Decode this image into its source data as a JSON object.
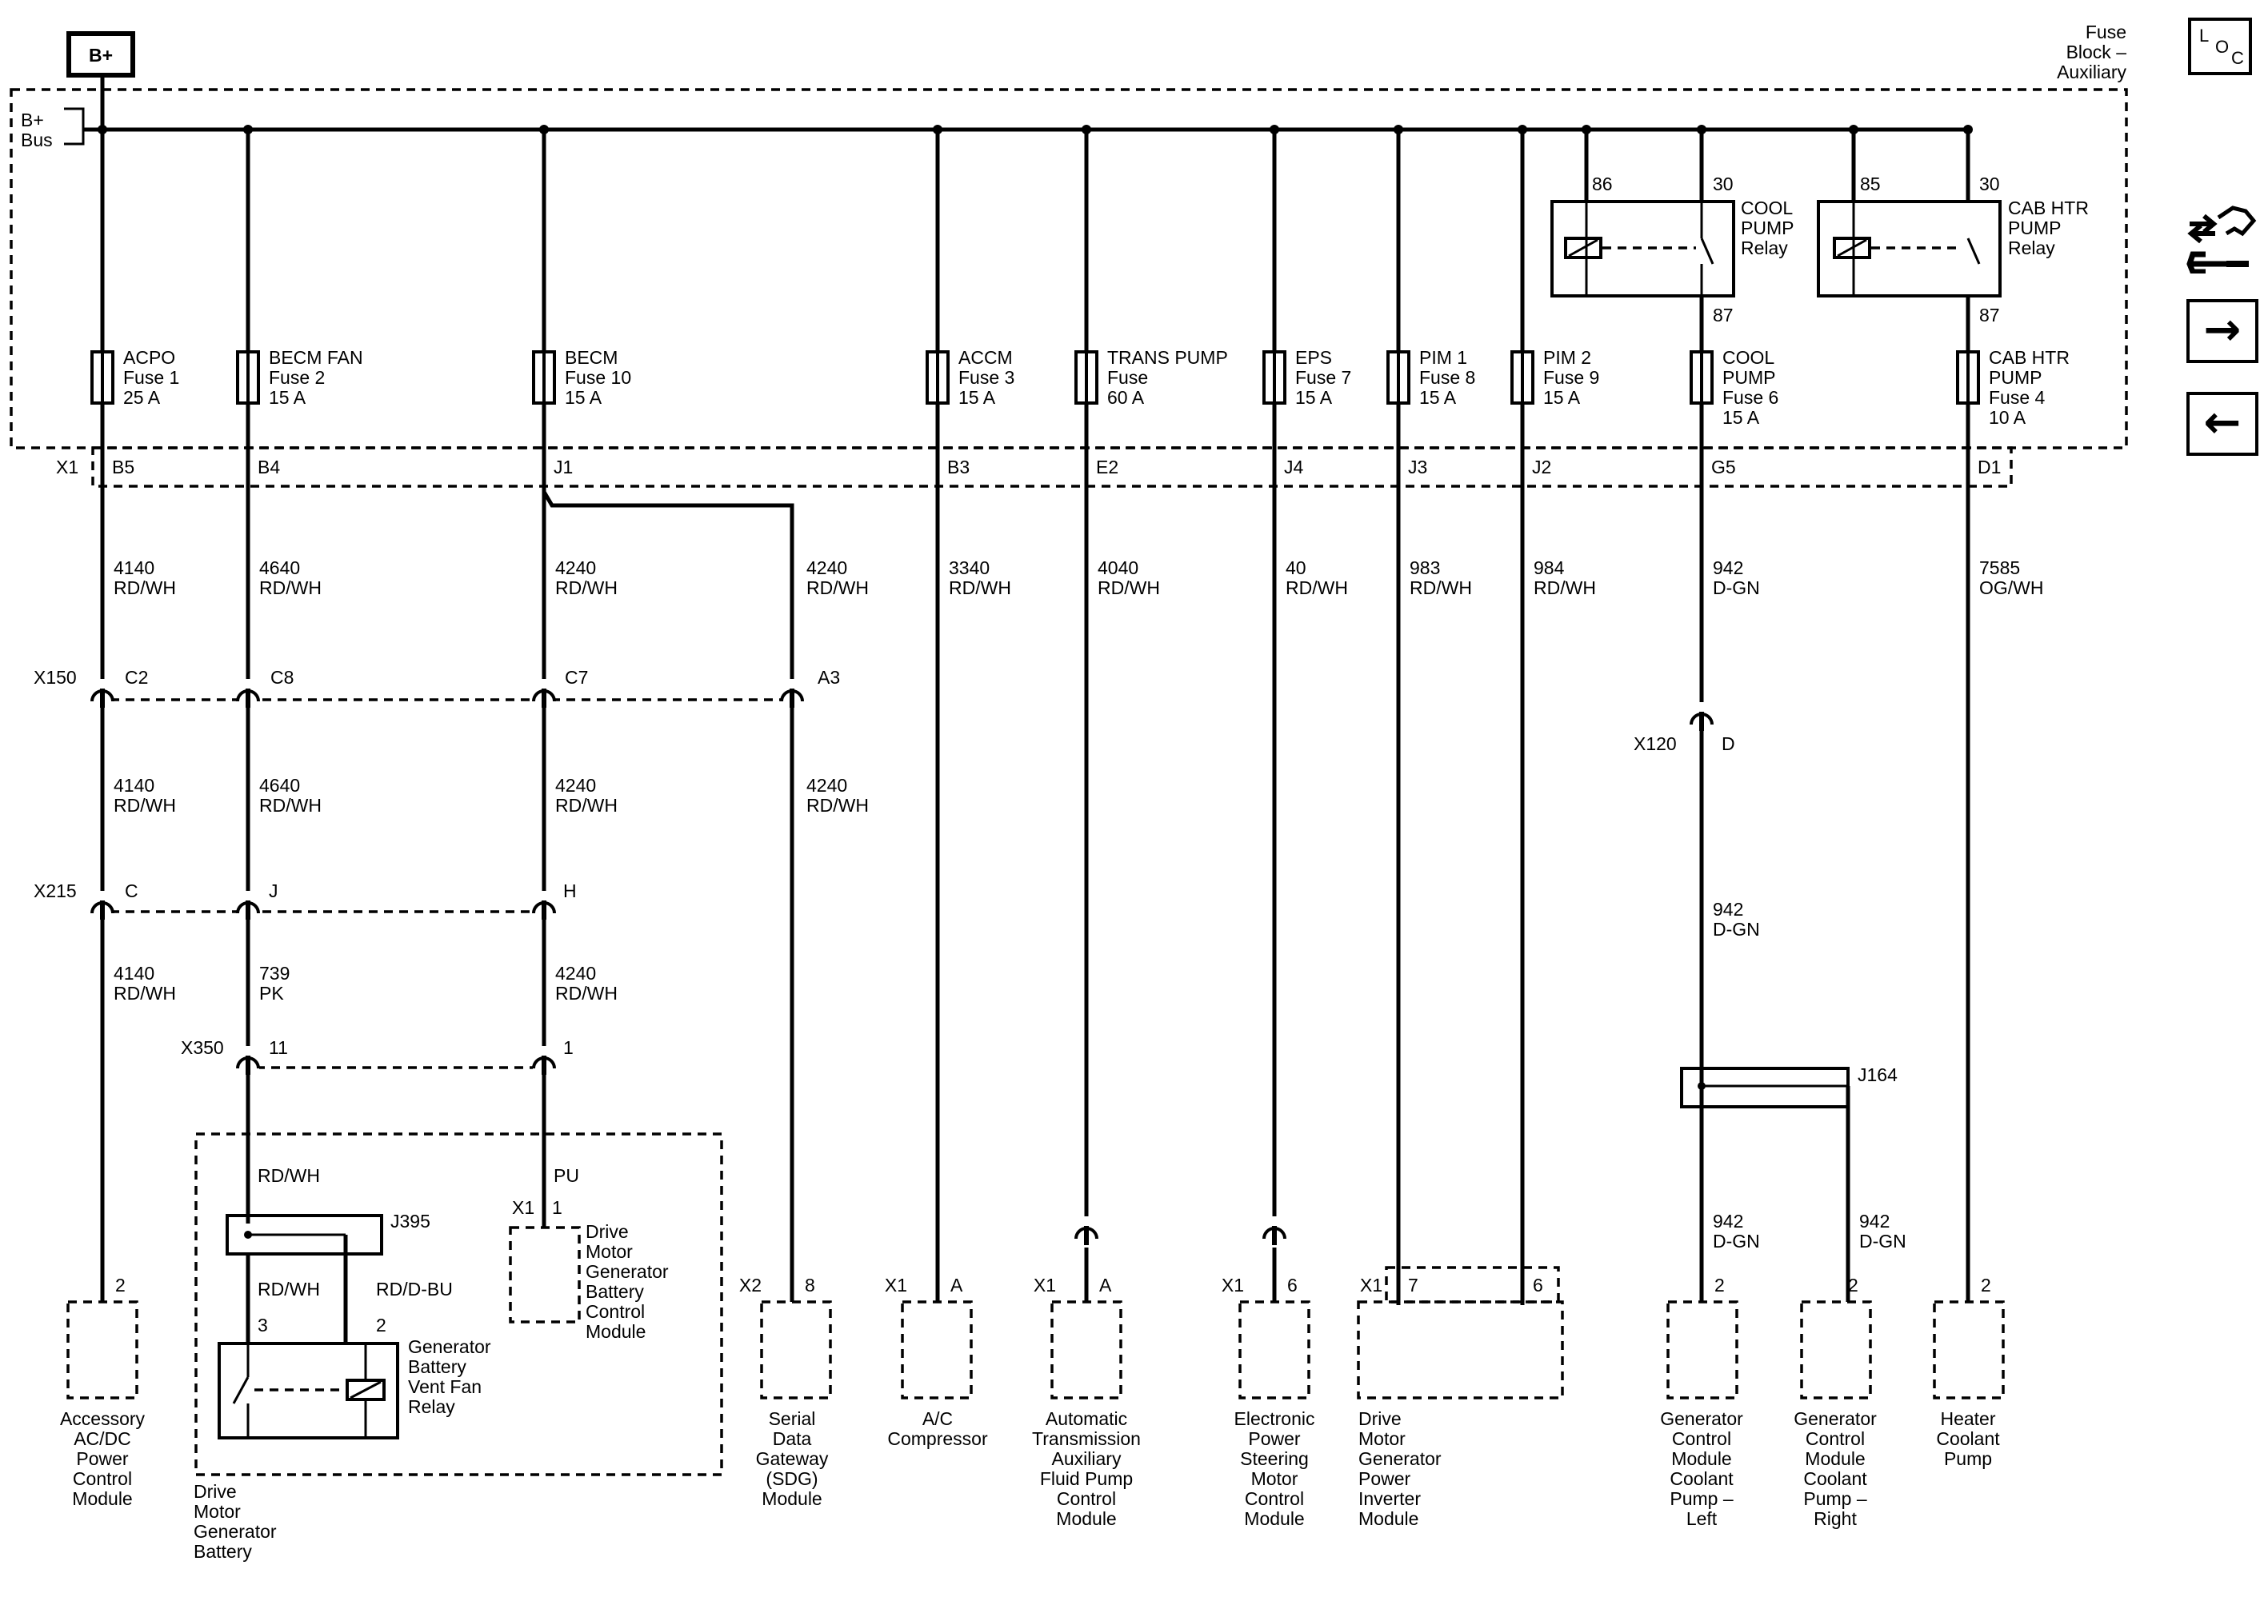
{
  "header": {
    "bplus_label": "B+",
    "fuse_block_title": [
      "Fuse",
      "Block –",
      "Auxiliary"
    ],
    "bus_label": [
      "B+",
      "Bus"
    ],
    "x1_label": "X1"
  },
  "nav": {
    "loc_letters": [
      "L",
      "O",
      "C"
    ],
    "arrow_next": "→",
    "arrow_prev": "←"
  },
  "fuses": [
    {
      "id": "acpo",
      "lines": [
        "ACPO",
        "Fuse 1",
        "25 A"
      ],
      "pin": "B5"
    },
    {
      "id": "becm-fan",
      "lines": [
        "BECM FAN",
        "Fuse 2",
        "15 A"
      ],
      "pin": "B4"
    },
    {
      "id": "becm",
      "lines": [
        "BECM",
        "Fuse 10",
        "15 A"
      ],
      "pin": "J1"
    },
    {
      "id": "accm",
      "lines": [
        "ACCM",
        "Fuse 3",
        "15 A"
      ],
      "pin": "B3"
    },
    {
      "id": "trans-pump",
      "lines": [
        "TRANS PUMP",
        "Fuse",
        "60 A"
      ],
      "pin": "E2"
    },
    {
      "id": "eps",
      "lines": [
        "EPS",
        "Fuse 7",
        "15 A"
      ],
      "pin": "J4"
    },
    {
      "id": "pim1",
      "lines": [
        "PIM 1",
        "Fuse 8",
        "15 A"
      ],
      "pin": "J3"
    },
    {
      "id": "pim2",
      "lines": [
        "PIM 2",
        "Fuse 9",
        "15 A"
      ],
      "pin": "J2"
    },
    {
      "id": "cool-pump",
      "lines": [
        "COOL",
        "PUMP",
        "Fuse 6",
        "15 A"
      ],
      "pin": "G5"
    },
    {
      "id": "cab-htr",
      "lines": [
        "CAB HTR",
        "PUMP",
        "Fuse 4",
        "10 A"
      ],
      "pin": "D1"
    }
  ],
  "relays": [
    {
      "id": "cool-pump-relay",
      "lines": [
        "COOL",
        "PUMP",
        "Relay"
      ],
      "pins": [
        "86",
        "30",
        "87"
      ]
    },
    {
      "id": "cab-htr-relay",
      "lines": [
        "CAB HTR",
        "PUMP",
        "Relay"
      ],
      "pins": [
        "85",
        "30",
        "87"
      ]
    }
  ],
  "wires_upper": [
    {
      "num": "4140",
      "color": "RD/WH"
    },
    {
      "num": "4640",
      "color": "RD/WH"
    },
    {
      "num": "4240",
      "color": "RD/WH"
    },
    {
      "num": "4240",
      "color": "RD/WH"
    },
    {
      "num": "3340",
      "color": "RD/WH"
    },
    {
      "num": "4040",
      "color": "RD/WH"
    },
    {
      "num": "40",
      "color": "RD/WH"
    },
    {
      "num": "983",
      "color": "RD/WH"
    },
    {
      "num": "984",
      "color": "RD/WH"
    },
    {
      "num": "942",
      "color": "D-GN"
    },
    {
      "num": "7585",
      "color": "OG/WH"
    }
  ],
  "x150": {
    "label": "X150",
    "pins": [
      "C2",
      "C8",
      "C7",
      "A3"
    ]
  },
  "wires_mid": [
    {
      "num": "4140",
      "color": "RD/WH"
    },
    {
      "num": "4640",
      "color": "RD/WH"
    },
    {
      "num": "4240",
      "color": "RD/WH"
    },
    {
      "num": "4240",
      "color": "RD/WH"
    }
  ],
  "x120": {
    "label": "X120",
    "pin": "D"
  },
  "wire_942_mid": {
    "num": "942",
    "color": "D-GN"
  },
  "x215": {
    "label": "X215",
    "pins": [
      "C",
      "J",
      "H"
    ]
  },
  "wires_lower": [
    {
      "num": "4140",
      "color": "RD/WH"
    },
    {
      "num": "739",
      "color": "PK"
    },
    {
      "num": "4240",
      "color": "RD/WH"
    }
  ],
  "x350": {
    "label": "X350",
    "pins": [
      "11",
      "1"
    ]
  },
  "battery": {
    "wire_top": "RD/WH",
    "wire_pu": "PU",
    "splice": "J395",
    "wire_left": "RD/WH",
    "wire_right": "RD/D-BU",
    "pin3": "3",
    "pin2": "2",
    "relay_lines": [
      "Generator",
      "Battery",
      "Vent Fan",
      "Relay"
    ],
    "bcm_conn": "X1",
    "bcm_pin": "1",
    "bcm_lines": [
      "Drive",
      "Motor",
      "Generator",
      "Battery",
      "Control",
      "Module"
    ],
    "name_lines": [
      "Drive",
      "Motor",
      "Generator",
      "Battery"
    ]
  },
  "splice_j164": {
    "label": "J164"
  },
  "wires_j164": [
    {
      "num": "942",
      "color": "D-GN"
    },
    {
      "num": "942",
      "color": "D-GN"
    }
  ],
  "modules": [
    {
      "id": "acdc",
      "conn": "",
      "pin": "2",
      "lines": [
        "Accessory",
        "AC/DC",
        "Power",
        "Control",
        "Module"
      ]
    },
    {
      "id": "sdg",
      "conn": "X2",
      "pin": "8",
      "lines": [
        "Serial",
        "Data",
        "Gateway",
        "(SDG)",
        "Module"
      ]
    },
    {
      "id": "ac",
      "conn": "X1",
      "pin": "A",
      "lines": [
        "A/C",
        "Compressor"
      ]
    },
    {
      "id": "atafp",
      "conn": "X1",
      "pin": "A",
      "lines": [
        "Automatic",
        "Transmission",
        "Auxiliary",
        "Fluid Pump",
        "Control",
        "Module"
      ]
    },
    {
      "id": "eps",
      "conn": "X1",
      "pin": "6",
      "lines": [
        "Electronic",
        "Power",
        "Steering",
        "Motor",
        "Control",
        "Module"
      ]
    },
    {
      "id": "pim",
      "conn": "X1",
      "pins": [
        "7",
        "6"
      ],
      "lines": [
        "Drive",
        "Motor",
        "Generator",
        "Power",
        "Inverter",
        "Module"
      ]
    },
    {
      "id": "gcm-left",
      "conn": "",
      "pin": "2",
      "lines": [
        "Generator",
        "Control",
        "Module",
        "Coolant",
        "Pump –",
        "Left"
      ]
    },
    {
      "id": "gcm-right",
      "conn": "",
      "pin": "2",
      "lines": [
        "Generator",
        "Control",
        "Module",
        "Coolant",
        "Pump –",
        "Right"
      ]
    },
    {
      "id": "heater",
      "conn": "",
      "pin": "2",
      "lines": [
        "Heater",
        "Coolant",
        "Pump"
      ]
    }
  ]
}
